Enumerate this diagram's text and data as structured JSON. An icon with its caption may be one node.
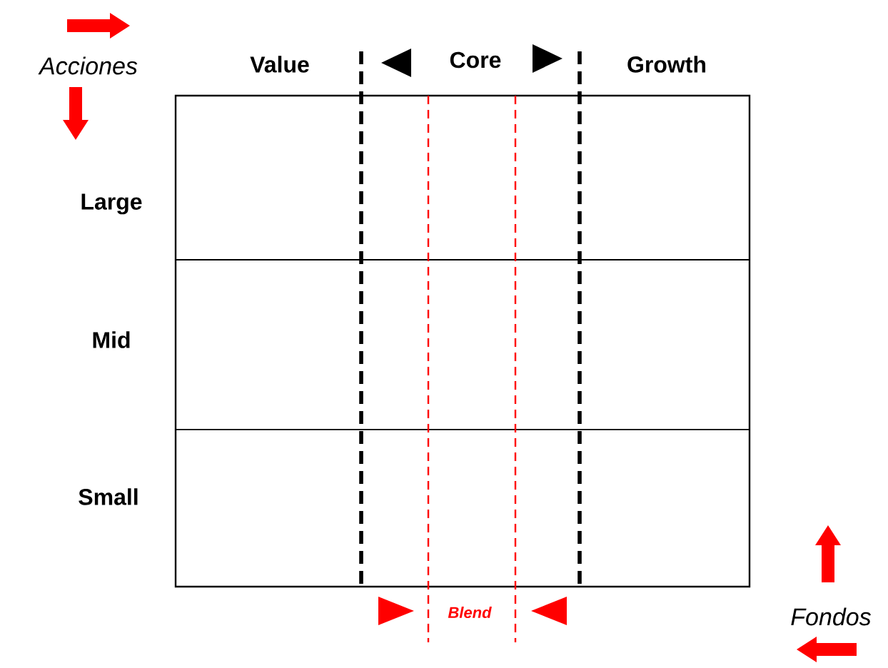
{
  "diagram": {
    "labels": [
      "Acciones",
      "Value",
      "Core",
      "Growth",
      "Large",
      "Mid",
      "Small",
      "Blend",
      "Fondos"
    ]
  }
}
